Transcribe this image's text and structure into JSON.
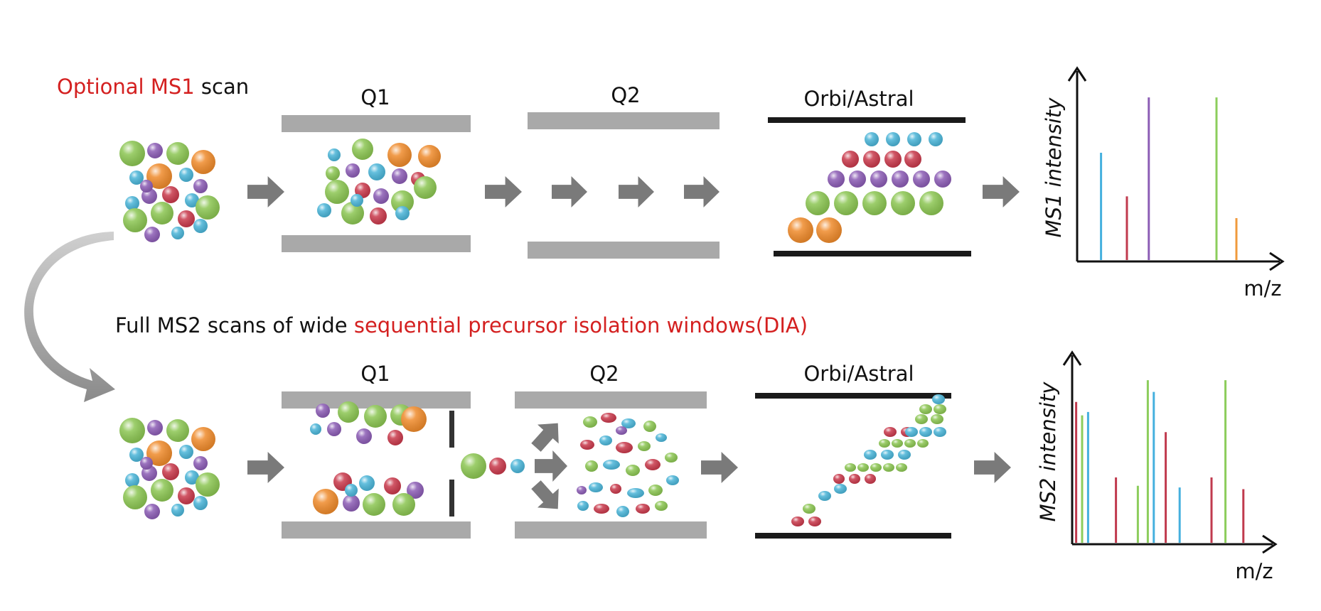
{
  "top_row": {
    "caption_highlight": "Optional MS1",
    "caption_rest": " scan",
    "q1_label": "Q1",
    "q2_label": "Q2",
    "analyzer_label": "Orbi/Astral",
    "spectrum_y_label": "MS1 intensity",
    "spectrum_x_label": "m/z"
  },
  "bottom_row": {
    "caption_plain": "Full MS2 scans of wide ",
    "caption_highlight": "sequential precursor isolation windows(DIA)",
    "q1_label": "Q1",
    "q2_label": "Q2",
    "analyzer_label": "Orbi/Astral",
    "spectrum_y_label": "MS2 intensity",
    "spectrum_x_label": "m/z"
  },
  "colors": {
    "highlight_text": "#d42020",
    "body_text": "#111111",
    "plate_gray": "#a9a9a9",
    "arrow_gray": "#7a7a7a",
    "analyzer_line": "#1a1a1a",
    "ion_green": "#8cc653",
    "ion_orange": "#ef8b2c",
    "ion_purple": "#8c5db5",
    "ion_cyan": "#4bb5d8",
    "ion_red": "#c93a4c",
    "peak_cyan": "#45b0de",
    "peak_red": "#c03a4e",
    "peak_purple": "#8c5db5",
    "peak_green": "#8ccd5c",
    "peak_orange": "#f09a3c"
  },
  "chart_data": [
    {
      "type": "bar",
      "ylabel": "MS1 intensity",
      "xlabel": "m/z",
      "series": [
        {
          "color": "cyan",
          "x": [
            0.12
          ],
          "values": [
            0.64
          ]
        },
        {
          "color": "red",
          "x": [
            0.25
          ],
          "values": [
            0.38
          ]
        },
        {
          "color": "purple",
          "x": [
            0.36
          ],
          "values": [
            0.97
          ]
        },
        {
          "color": "green",
          "x": [
            0.7
          ],
          "values": [
            0.97
          ]
        },
        {
          "color": "orange",
          "x": [
            0.8
          ],
          "values": [
            0.25
          ]
        }
      ]
    },
    {
      "type": "bar",
      "ylabel": "MS2 intensity",
      "xlabel": "m/z",
      "series": [
        {
          "color": "red",
          "x": [
            0.02,
            0.22,
            0.47,
            0.7,
            0.86
          ],
          "values": [
            0.84,
            0.39,
            0.66,
            0.39,
            0.32
          ]
        },
        {
          "color": "green",
          "x": [
            0.05,
            0.33,
            0.38,
            0.77
          ],
          "values": [
            0.76,
            0.34,
            0.97,
            0.97
          ]
        },
        {
          "color": "cyan",
          "x": [
            0.08,
            0.41,
            0.54
          ],
          "values": [
            0.78,
            0.9,
            0.33
          ]
        }
      ]
    }
  ]
}
